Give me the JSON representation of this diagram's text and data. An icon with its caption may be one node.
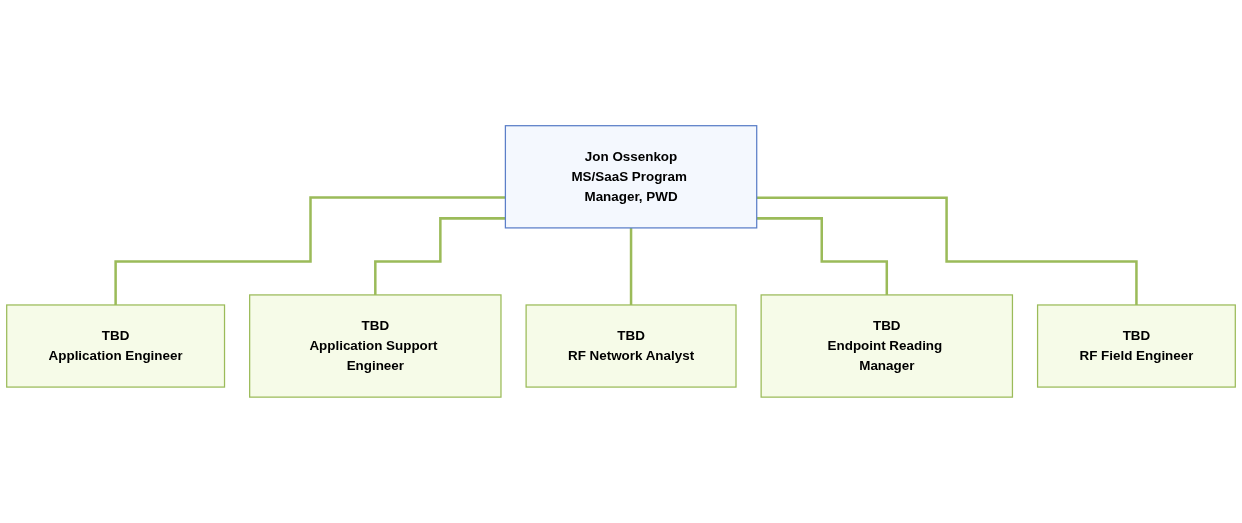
{
  "diagram": {
    "nodes": [
      {
        "text": [
          "Jon Ossenkop",
          "MS/SaaS Program Manager, PWD"
        ]
      },
      {
        "text": [
          "TBD",
          "Application Engineer"
        ]
      },
      {
        "text": [
          "TBD",
          "Application Support Engineer"
        ]
      },
      {
        "text": [
          "TBD",
          "RF Network Analyst"
        ]
      },
      {
        "text": [
          "TBD",
          "Endpoint Reading Manager"
        ]
      },
      {
        "text": [
          "TBD",
          "RF Field Engineer"
        ]
      }
    ],
    "edges": [
      {
        "from": 0,
        "to": 1,
        "arrow": "none"
      },
      {
        "from": 0,
        "to": 2,
        "arrow": "none"
      },
      {
        "from": 0,
        "to": 3,
        "arrow": "none"
      },
      {
        "from": 0,
        "to": 4,
        "arrow": "none"
      },
      {
        "from": 0,
        "to": 5,
        "arrow": "none"
      }
    ]
  }
}
